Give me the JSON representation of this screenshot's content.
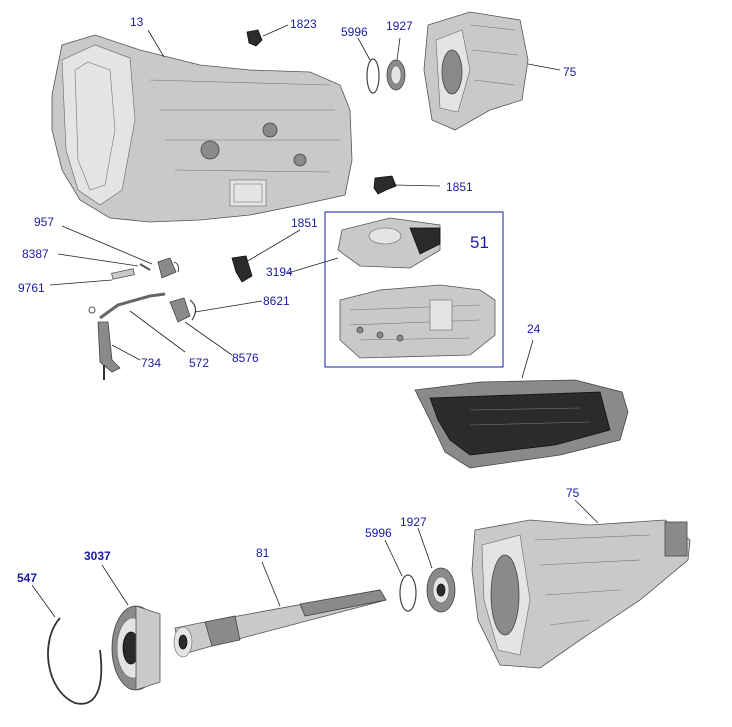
{
  "callouts": {
    "c13": "13",
    "c1823": "1823",
    "c5996_top": "5996",
    "c1927_top": "1927",
    "c75_top": "75",
    "c1851_a": "1851",
    "c957": "957",
    "c8387": "8387",
    "c9761": "9761",
    "c1851_b": "1851",
    "c3194": "3194",
    "c51": "51",
    "c8621": "8621",
    "c734": "734",
    "c572": "572",
    "c8576": "8576",
    "c24": "24",
    "c75_bottom": "75",
    "c5996_bottom": "5996",
    "c1927_bottom": "1927",
    "c81": "81",
    "c3037": "3037",
    "c547": "547"
  },
  "colors": {
    "callout_text": "#1a1aa6",
    "box_border": "#1a1aa6",
    "leader": "#222222"
  }
}
